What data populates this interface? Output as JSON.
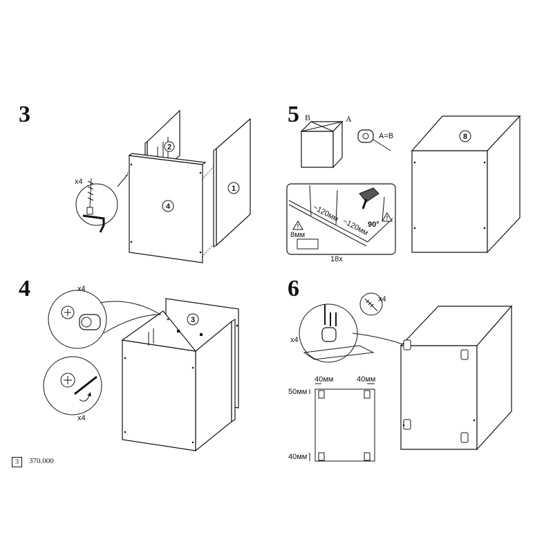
{
  "steps": {
    "s3": {
      "number": "3",
      "multiplier": "x4",
      "parts": [
        "2",
        "4",
        "1"
      ]
    },
    "s4": {
      "number": "4",
      "multiplier_top": "x4",
      "multiplier_bottom": "x4",
      "part": "3"
    },
    "s5": {
      "number": "5",
      "label_b": "B",
      "label_a": "A",
      "equation": "A=B",
      "spacing_1": "~120мм",
      "spacing_2": "~120мм",
      "angle": "90°",
      "depth": "8мм",
      "nail_count": "18x",
      "part": "8"
    },
    "s6": {
      "number": "6",
      "multiplier": "x4",
      "screw_multiplier": "x4",
      "offset_left": "40мм",
      "offset_right": "40мм",
      "offset_top": "50мм",
      "offset_bottom": "40мм"
    }
  },
  "footer": {
    "page": "3",
    "code": "370.000"
  }
}
